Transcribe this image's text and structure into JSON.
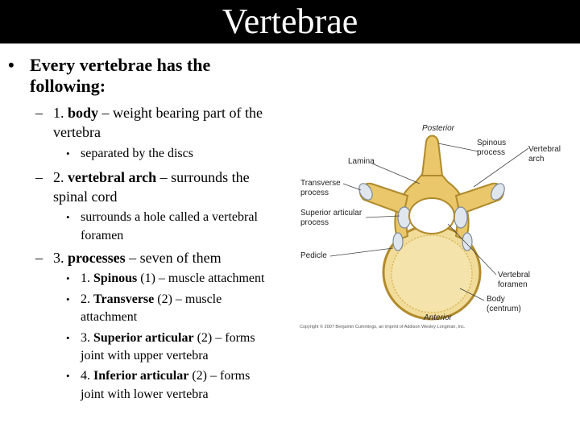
{
  "slide": {
    "title": "Vertebrae",
    "bullet_1": {
      "marker": "•",
      "line1": "Every vertebrae has the",
      "line2": "following:"
    },
    "body": {
      "marker": "–",
      "num": "1. ",
      "term": "body",
      "rest": " – weight bearing part of the",
      "line2": "vertebra",
      "sub": {
        "marker": "•",
        "text": "separated by the discs"
      }
    },
    "arch": {
      "marker": "–",
      "num": "2. ",
      "term": "vertebral arch",
      "rest": " – surrounds the",
      "line2": "spinal cord",
      "sub": {
        "marker": "•",
        "line1": "surrounds a hole called a vertebral",
        "line2": "foramen"
      }
    },
    "processes": {
      "marker": "–",
      "num": "3. ",
      "term": "processes",
      "rest": " – seven of them",
      "items": [
        {
          "marker": "•",
          "num": "1. ",
          "term": "Spinous",
          "count": " (1)",
          "rest": " – muscle attachment",
          "line2": ""
        },
        {
          "marker": "•",
          "num": "2. ",
          "term": "Transverse",
          "count": " (2)",
          "rest": " – muscle",
          "line2": "attachment"
        },
        {
          "marker": "•",
          "num": "3. ",
          "term": "Superior articular",
          "count": " (2)",
          "rest": " – forms",
          "line2": "joint with upper vertebra"
        },
        {
          "marker": "•",
          "num": "4. ",
          "term": "Inferior articular",
          "count": " (2)",
          "rest": " – forms",
          "line2": "joint with lower vertebra"
        }
      ]
    }
  },
  "figure": {
    "labels": {
      "posterior": "Posterior",
      "spinous_1": "Spinous",
      "spinous_2": "process",
      "arch_1": "Vertebral",
      "arch_2": "arch",
      "lamina": "Lamina",
      "transverse_1": "Transverse",
      "transverse_2": "process",
      "superior_1": "Superior articular",
      "superior_2": "process",
      "pedicle": "Pedicle",
      "foramen_1": "Vertebral",
      "foramen_2": "foramen",
      "body_1": "Body",
      "body_2": "(centrum)",
      "anterior": "Anterior"
    },
    "copyright": "Copyright © 2007 Benjamin Cummings, an imprint of Addison Wesley Longman, Inc.",
    "colors": {
      "bone": "#e9c76a",
      "bone_dark": "#b08a2c",
      "body_fill": "#f2dc9a",
      "cartilage": "#dfe6ee"
    }
  }
}
